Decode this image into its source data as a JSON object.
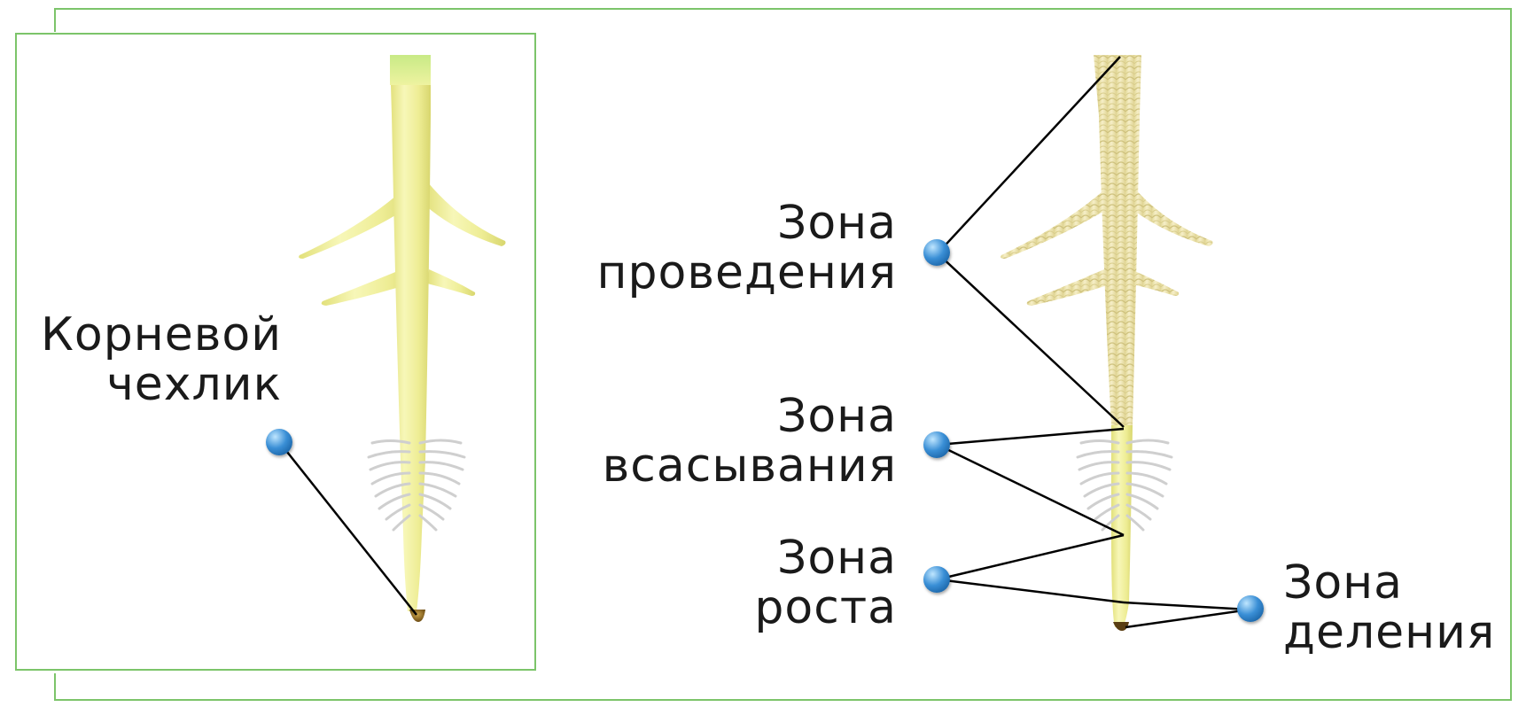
{
  "labels": {
    "root_cap": {
      "line1": "Корневой",
      "line2": "чехлик"
    },
    "conduction_zone": {
      "line1": "Зона",
      "line2": "проведения"
    },
    "absorption_zone": {
      "line1": "Зона",
      "line2": "всасывания"
    },
    "growth_zone": {
      "line1": "Зона",
      "line2": "роста"
    },
    "division_zone": {
      "line1": "Зона",
      "line2": "деления"
    }
  },
  "colors": {
    "frame": "#7cc46a",
    "root_light": "#f3f3a2",
    "root_mid": "#e7e67c",
    "root_green_tip": "#c9e88a",
    "root_hatched": "#efe7b2",
    "root_hairs": "#d9d9d9",
    "callout_line": "#000000",
    "marker": "#3a8fd6"
  }
}
